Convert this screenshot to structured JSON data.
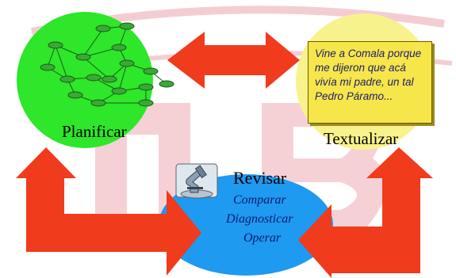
{
  "nodes": {
    "planificar": {
      "label": "Planificar",
      "color": "#2ee62a"
    },
    "textualizar": {
      "label": "Textualizar",
      "color": "#f8f28c"
    },
    "revisar": {
      "label": "Revisar",
      "color": "#1e9af0",
      "subitems": [
        "Comparar",
        "Diagnosticar",
        "Operar"
      ]
    }
  },
  "note": {
    "text": "Vine a Comala porque me dijeron que acá vivía mi padre, un tal Pedro Páramo..."
  },
  "colors": {
    "arrow": "#f03b1c",
    "watermark": "#f2c6cc",
    "graph_node": "#3aa836"
  },
  "icons": {
    "planificar": "network-graph-icon",
    "revisar": "microscope-icon"
  }
}
